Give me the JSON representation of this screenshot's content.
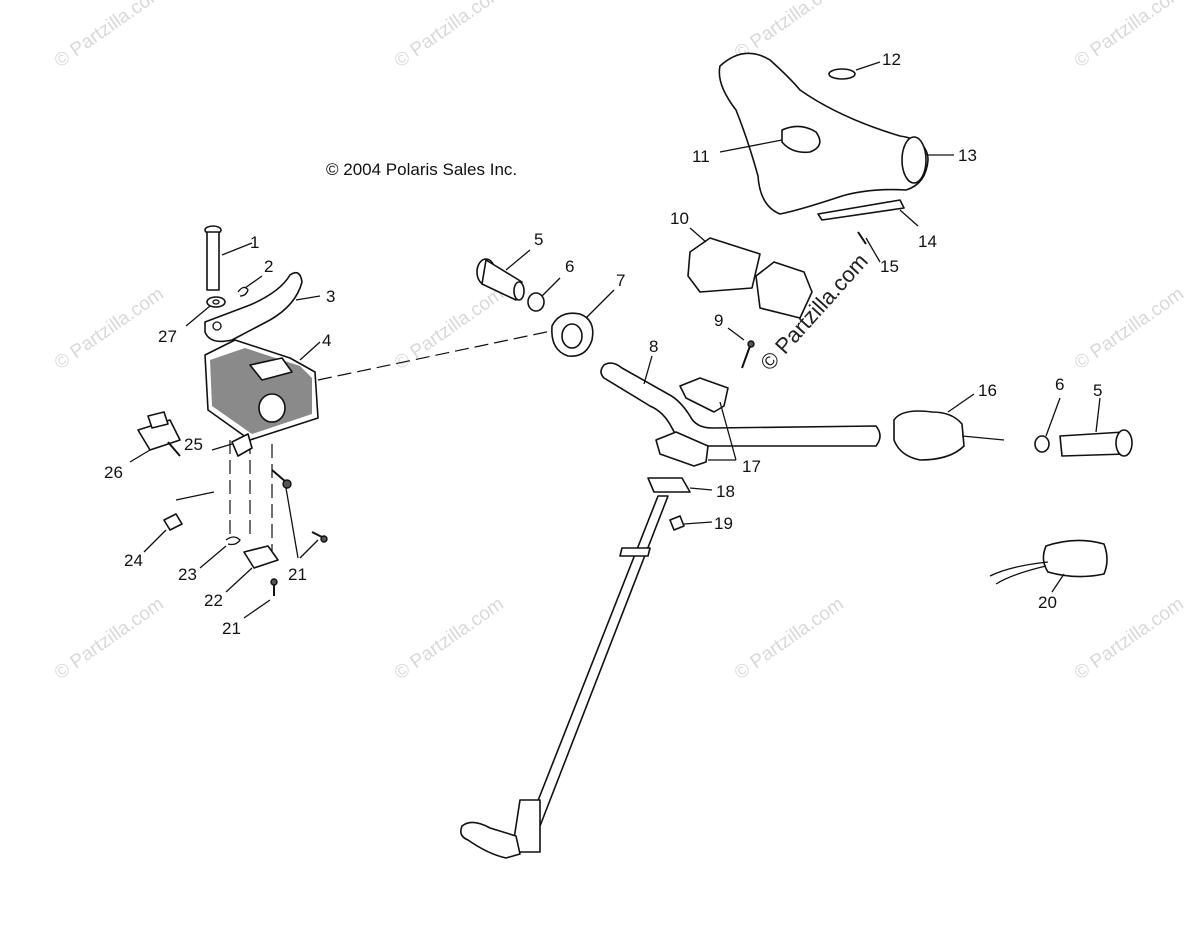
{
  "copyright": "© 2004 Polaris Sales Inc.",
  "watermark": "© Partzilla.com",
  "callouts": [
    "1",
    "2",
    "3",
    "4",
    "5",
    "6",
    "7",
    "8",
    "9",
    "10",
    "11",
    "12",
    "13",
    "14",
    "15",
    "16",
    "6",
    "5",
    "17",
    "18",
    "19",
    "20",
    "21",
    "21",
    "22",
    "23",
    "24",
    "25",
    "26",
    "27"
  ]
}
